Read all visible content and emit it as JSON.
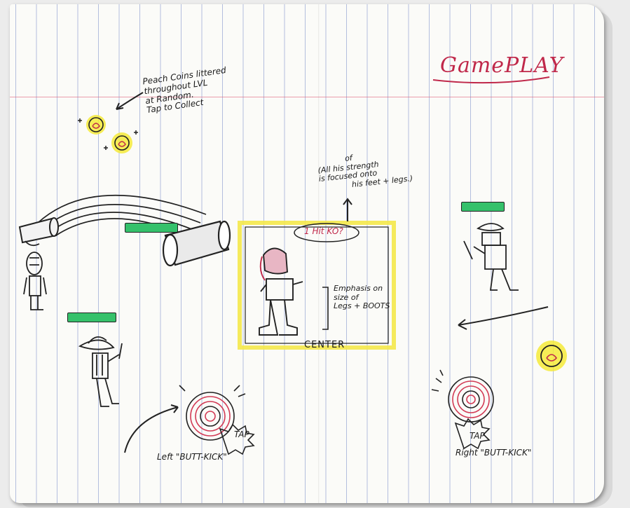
{
  "title": "GamePLAY",
  "notes": {
    "coins": [
      "Peach Coins littered",
      "throughout LVL",
      "at Random.",
      "Tap to Collect"
    ],
    "strength": [
      "of",
      "(All his strength",
      "is focused onto",
      "his feet + legs.)"
    ],
    "emphasis": [
      "Emphasis on",
      "size of",
      "Legs + BOOTS"
    ],
    "ko": "1 Hit KO?",
    "center": "CENTER",
    "tap_left": "TAP",
    "tap_right": "TAP",
    "left_kick": "Left  \"BUTT-KICK\"",
    "right_kick": "Right  \"BUTT-KICK\""
  },
  "colors": {
    "title": "#c0284a",
    "highlight_yellow": "#f4e84a",
    "health_green": "#35c16b",
    "swirl_red": "#d23a55"
  }
}
